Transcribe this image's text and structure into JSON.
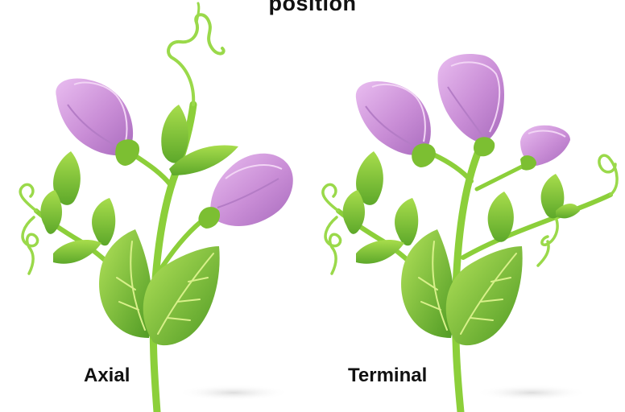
{
  "title": "position",
  "plants": [
    {
      "label": "Axial",
      "flower_position": "axial",
      "flower_count": 2
    },
    {
      "label": "Terminal",
      "flower_position": "terminal",
      "flower_count": 3
    }
  ],
  "colors": {
    "stem": "#8ccf3a",
    "leaf_light": "#a8dd4c",
    "leaf_dark": "#5da82a",
    "vein": "#d8f08a",
    "petal_light": "#e6b3ec",
    "petal_mid": "#c98dd6",
    "petal_dark": "#a86bbd",
    "shadow": "#e6e6e6"
  }
}
